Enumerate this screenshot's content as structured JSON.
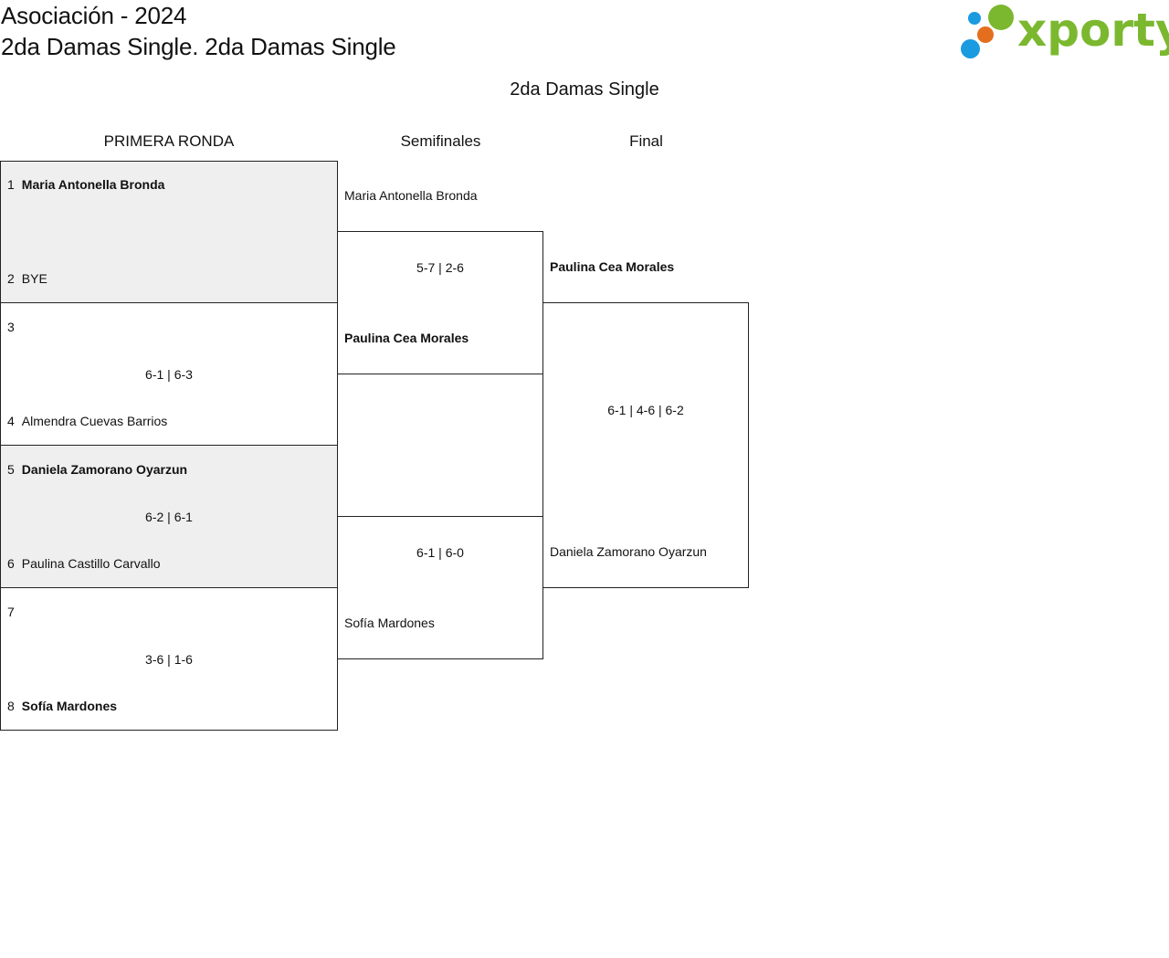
{
  "header": {
    "title_line1": "Asociación - 2024",
    "title_line2": "2da Damas Single. 2da Damas Single",
    "logo_text": "xporty",
    "logo_colors": {
      "green": "#7bb82f",
      "blue": "#1a9be0",
      "orange": "#e36f1e"
    }
  },
  "bracket": {
    "title": "2da Damas Single",
    "rounds": [
      {
        "name": "PRIMERA RONDA"
      },
      {
        "name": "Semifinales"
      },
      {
        "name": "Final"
      }
    ],
    "first_round": [
      {
        "seed_a": "1",
        "player_a": "Maria Antonella Bronda",
        "winner_a": true,
        "seed_b": "2",
        "player_b": "BYE",
        "winner_b": false,
        "score": ""
      },
      {
        "seed_a": "3",
        "player_a": "",
        "winner_a": false,
        "seed_b": "4",
        "player_b": "Almendra Cuevas Barrios",
        "winner_b": false,
        "score": "6-1 | 6-3"
      },
      {
        "seed_a": "5",
        "player_a": "Daniela Zamorano Oyarzun",
        "winner_a": true,
        "seed_b": "6",
        "player_b": "Paulina Castillo Carvallo",
        "winner_b": false,
        "score": "6-2 | 6-1"
      },
      {
        "seed_a": "7",
        "player_a": "",
        "winner_a": false,
        "seed_b": "8",
        "player_b": "Sofía Mardones",
        "winner_b": true,
        "score": "3-6 | 1-6"
      }
    ],
    "semifinals": [
      {
        "player_a": "Maria Antonella Bronda",
        "winner_a": false,
        "player_b": "Paulina Cea Morales",
        "winner_b": true,
        "score": "5-7 | 2-6"
      },
      {
        "player_a": "",
        "winner_a": false,
        "player_b": "Sofía Mardones",
        "winner_b": false,
        "score": "6-1 | 6-0"
      }
    ],
    "final": {
      "player_a": "Paulina Cea Morales",
      "winner_a": true,
      "player_b": "Daniela Zamorano Oyarzun",
      "winner_b": false,
      "score": "6-1 | 4-6 | 6-2"
    }
  }
}
